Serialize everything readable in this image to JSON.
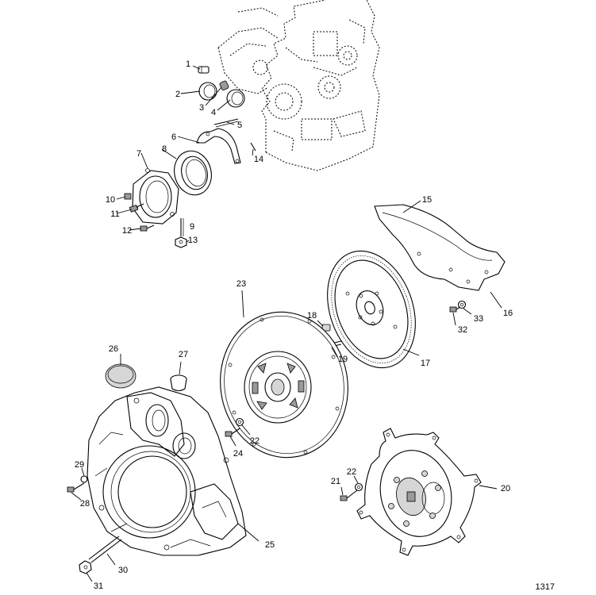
{
  "diagram": {
    "reference_id": "1317",
    "callouts": [
      "1",
      "2",
      "3",
      "4",
      "5",
      "6",
      "7",
      "8",
      "9",
      "10",
      "11",
      "12",
      "13",
      "14",
      "15",
      "16",
      "17",
      "18",
      "19",
      "20",
      "21",
      "22",
      "22",
      "23",
      "24",
      "25",
      "26",
      "27",
      "28",
      "29",
      "30",
      "31",
      "32",
      "33"
    ]
  }
}
